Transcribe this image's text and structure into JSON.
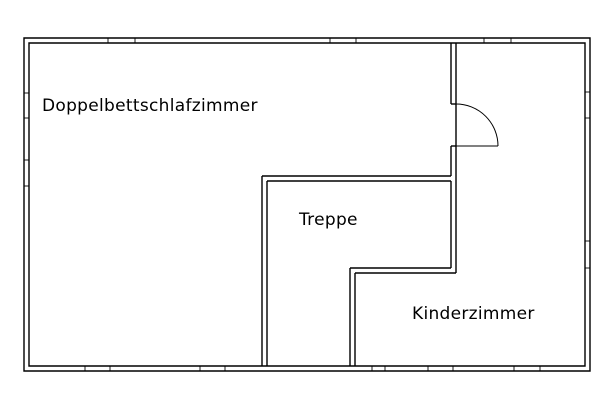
{
  "rooms": [
    {
      "id": "doppelbettschlafzimmer",
      "label": "Doppelbettschlafzimmer"
    },
    {
      "id": "treppe",
      "label": "Treppe"
    },
    {
      "id": "kinderzimmer",
      "label": "Kinderzimmer"
    }
  ],
  "colors": {
    "wall": "#000000",
    "background": "#ffffff"
  },
  "icons": {
    "door": "door-swing-icon",
    "window": "window-icon"
  }
}
